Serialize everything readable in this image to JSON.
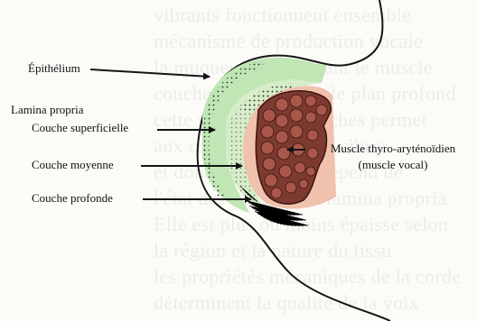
{
  "labels": {
    "epithelium": "Épithélium",
    "lamina_propria": "Lamina propria",
    "superficial": "Couche superficielle",
    "middle": "Couche moyenne",
    "deep": "Couche profonde",
    "muscle_line1": "Muscle thyro-aryténoïdien",
    "muscle_line2": "(muscle vocal)"
  },
  "background_text": [
    "vibrants fonctionnent ensemble",
    "mécanisme de production vocale",
    "la muqueuse recouvrant le muscle",
    "couche qui glisse sur le plan profond",
    "cette structure en couches permet",
    "aux cordes vocales de vibrer",
    "et dont la souplesse dépend de",
    "l'état des tissus de la lamina propria",
    "Elle est plus ou moins épaisse selon",
    "la région et la nature du tissu",
    "les propriétés mécaniques de la corde",
    "déterminent la qualité de la voix"
  ],
  "colors": {
    "epithelium": "#bfe6b4",
    "superficial": "#d7edc9",
    "middle": "#f0c1ad",
    "muscle": "#7d3a30",
    "muscle_light": "#a9574a",
    "outline": "#141414"
  }
}
